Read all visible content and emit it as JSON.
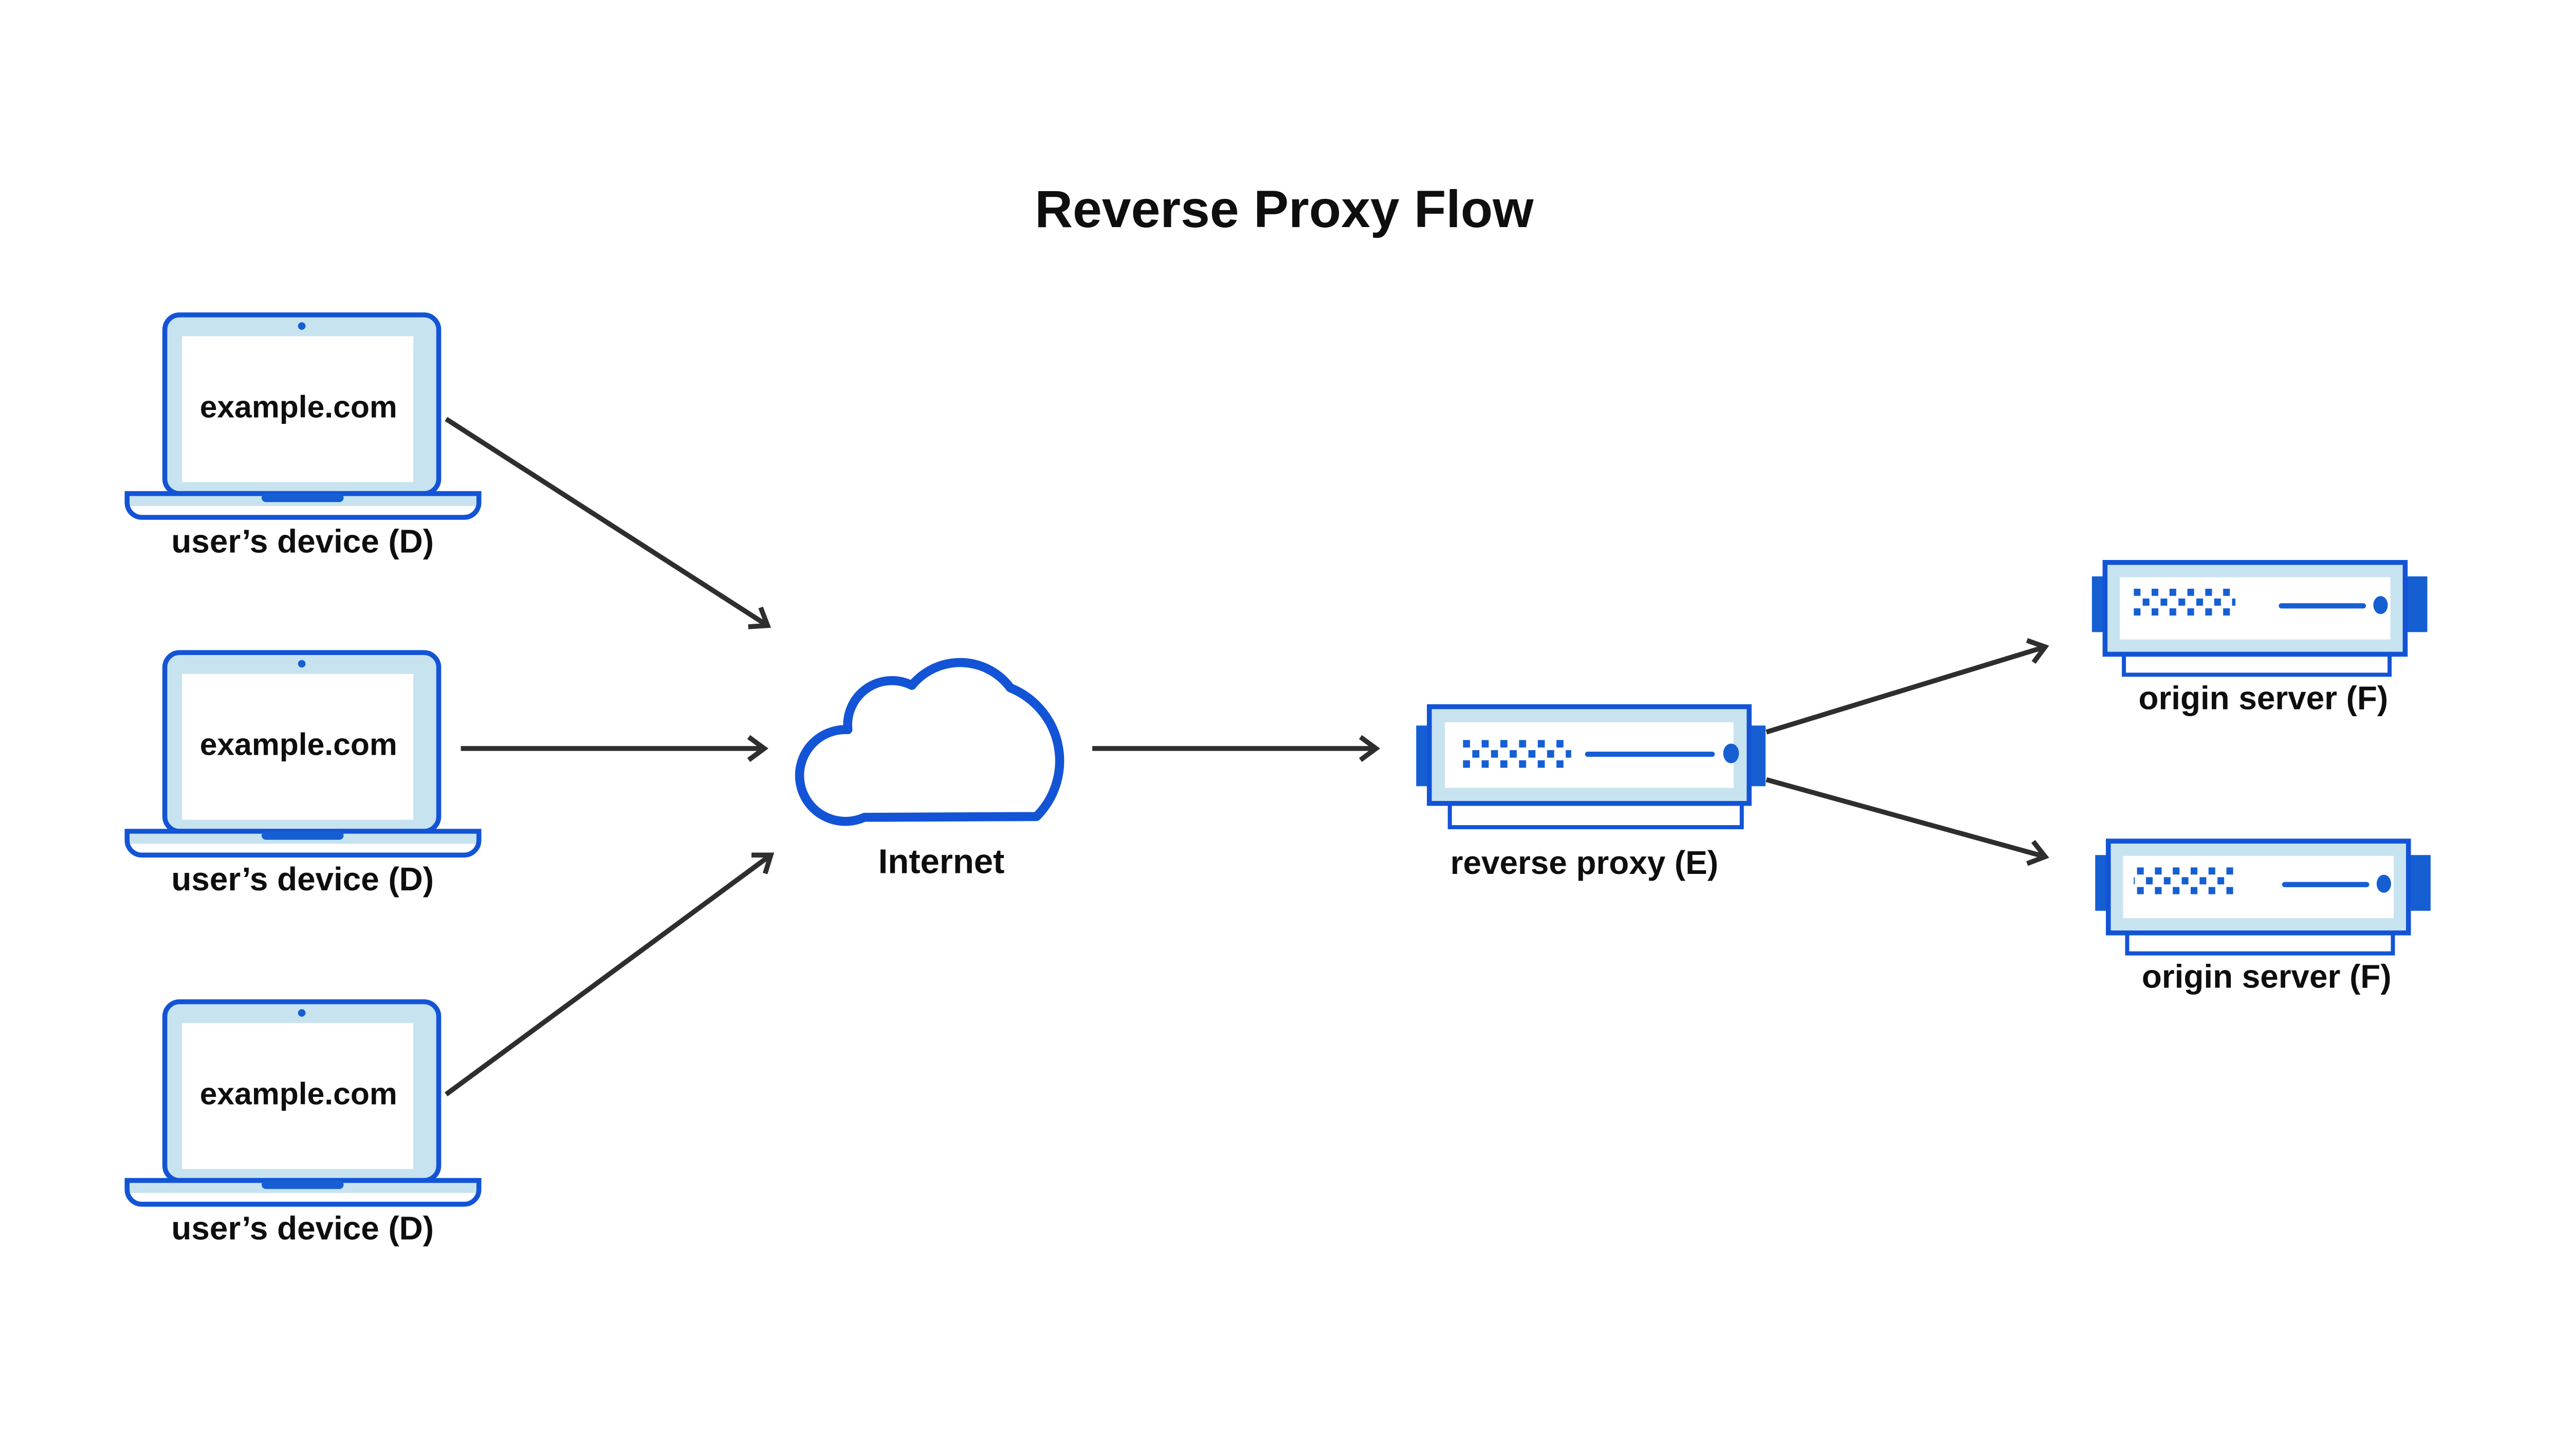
{
  "title": "Reverse Proxy Flow",
  "colors": {
    "accent": "#1354D6",
    "solid": "#155FD3",
    "light": "#C8E3F0",
    "arrow": "#2E2E2E",
    "text": "#0E0E0E",
    "background": "#FFFFFF"
  },
  "nodes": {
    "devices": [
      {
        "label": "user’s device (D)",
        "screen_text": "example.com"
      },
      {
        "label": "user’s device (D)",
        "screen_text": "example.com"
      },
      {
        "label": "user’s device (D)",
        "screen_text": "example.com"
      }
    ],
    "internet": {
      "label": "Internet"
    },
    "proxy": {
      "label": "reverse proxy (E)"
    },
    "origins": [
      {
        "label": "origin server (F)"
      },
      {
        "label": "origin server (F)"
      }
    ]
  }
}
